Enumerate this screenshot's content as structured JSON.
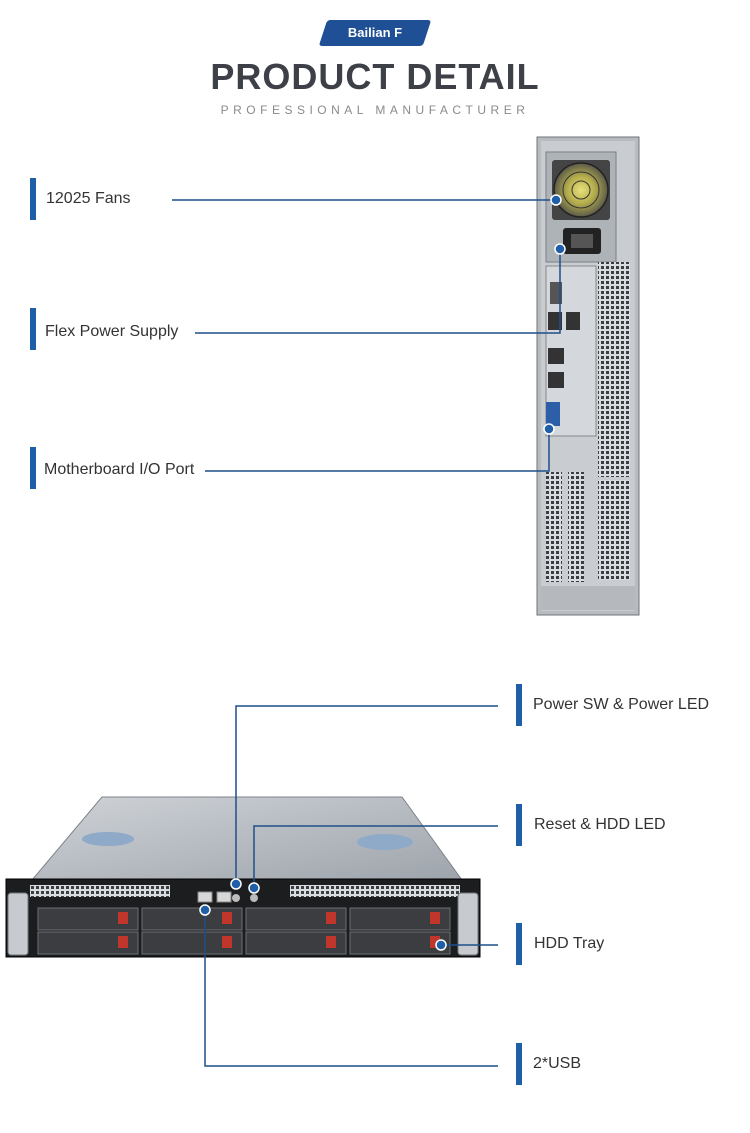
{
  "header": {
    "brand": "Bailian F",
    "title": "PRODUCT DETAIL",
    "subtitle": "PROFESSIONAL MANUFACTURER"
  },
  "rear_callouts": [
    {
      "label": "12025 Fans"
    },
    {
      "label": "Flex Power Supply"
    },
    {
      "label": "Motherboard I/O Port"
    }
  ],
  "front_callouts": [
    {
      "label": "Power SW & Power LED"
    },
    {
      "label": "Reset & HDD LED"
    },
    {
      "label": "HDD Tray"
    },
    {
      "label": "2*USB"
    }
  ],
  "colors": {
    "accent": "#1f5fa8",
    "brand_badge": "#1f4f95",
    "title": "#3d4047"
  }
}
